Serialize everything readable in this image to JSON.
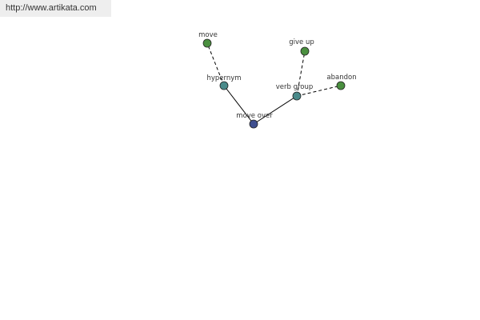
{
  "source": {
    "url_text": "http://www.artikata.com"
  },
  "graph": {
    "colors": {
      "center": "#3f4f8f",
      "relation": "#4a8a8a",
      "word": "#4a8f3f",
      "edge": "#000000"
    },
    "nodes": [
      {
        "id": "move-over",
        "label": "move over",
        "kind": "center"
      },
      {
        "id": "hypernym",
        "label": "hypernym",
        "kind": "relation"
      },
      {
        "id": "verb-group",
        "label": "verb group",
        "kind": "relation"
      },
      {
        "id": "move",
        "label": "move",
        "kind": "word"
      },
      {
        "id": "give-up",
        "label": "give up",
        "kind": "word"
      },
      {
        "id": "abandon",
        "label": "abandon",
        "kind": "word"
      }
    ],
    "edges": [
      {
        "from": "move-over",
        "to": "hypernym",
        "style": "solid"
      },
      {
        "from": "move-over",
        "to": "verb-group",
        "style": "solid"
      },
      {
        "from": "hypernym",
        "to": "move",
        "style": "dashed"
      },
      {
        "from": "verb-group",
        "to": "give-up",
        "style": "dashed"
      },
      {
        "from": "verb-group",
        "to": "abandon",
        "style": "dashed"
      }
    ]
  }
}
